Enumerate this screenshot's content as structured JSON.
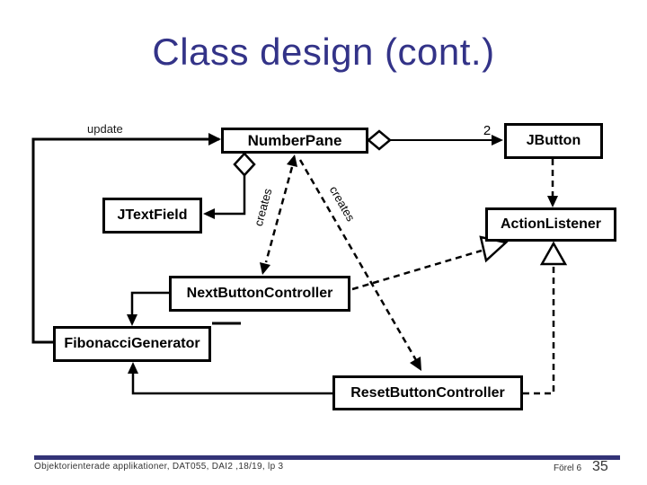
{
  "slide": {
    "title": "Class design (cont.)",
    "footer": {
      "left": "Objektorienterade applikationer, DAT055, DAI2 ,18/19, lp 3",
      "lecture": "Förel 6",
      "page": "35"
    }
  },
  "diagram": {
    "nodes": {
      "numberpane": "NumberPane",
      "jbutton": "JButton",
      "jtextfield": "JTextField",
      "actionlistener": "ActionListener",
      "nextbuttoncontroller": "NextButtonController",
      "fibonaccigenerator": "FibonacciGenerator",
      "resetbuttoncontroller": "ResetButtonController"
    },
    "labels": {
      "update": "update",
      "multiplicity": "2",
      "creates_left": "creates",
      "creates_right": "creates"
    },
    "colors": {
      "accent": "#333388",
      "footer_rule": "#333377",
      "line": "#000000"
    }
  }
}
